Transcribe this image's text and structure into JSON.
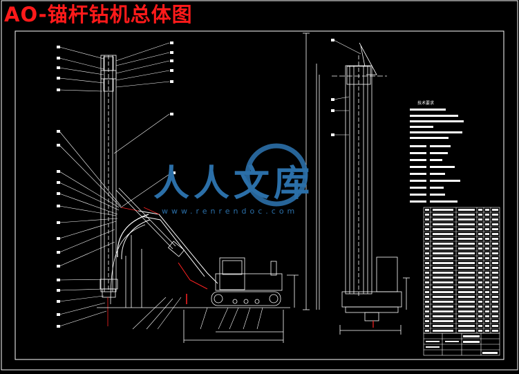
{
  "title": "AO-锚杆钻机总体图",
  "watermark": {
    "text": "人人文库",
    "url": "www.renrendoc.com"
  },
  "colors": {
    "background": "#000000",
    "lines": "#ffffff",
    "title": "#ff1a1a",
    "accent_red": "#ff2222",
    "watermark": "#2b6fa8"
  },
  "notes": {
    "heading": "技术要求"
  },
  "title_block": {
    "caption": "锚杆钻机总体图"
  }
}
